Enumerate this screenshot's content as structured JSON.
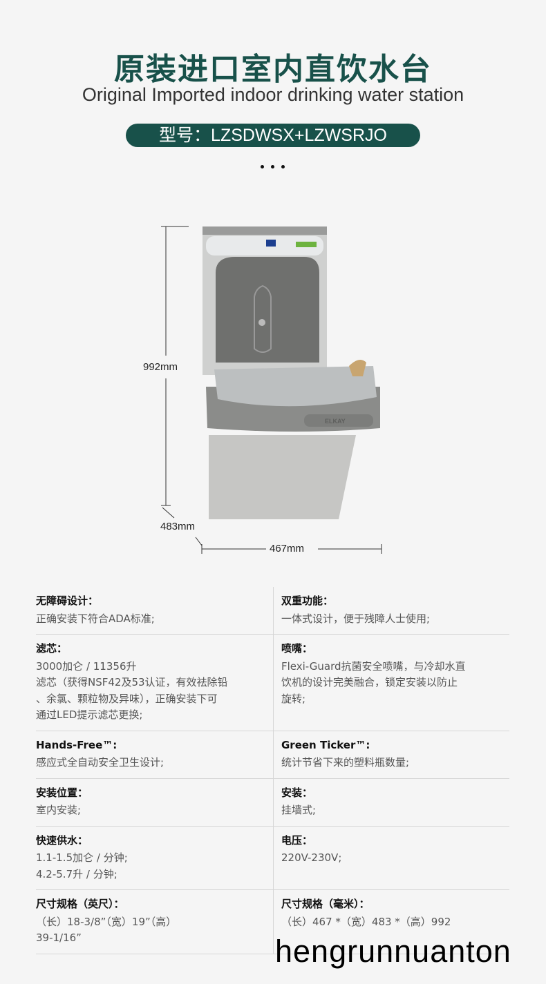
{
  "header": {
    "title": "原装进口室内直饮水台",
    "subtitle": "Original Imported indoor drinking water station",
    "model": "型号：LZSDWSX+LZWSRJO"
  },
  "dimensions": {
    "height": "992mm",
    "depth": "483mm",
    "width": "467mm"
  },
  "product": {
    "brand": "ELKAY"
  },
  "specs": [
    [
      {
        "label": "无障碍设计：",
        "value": "正确安装下符合ADA标准;"
      },
      {
        "label": "双重功能：",
        "value": "一体式设计，便于残障人士使用;"
      }
    ],
    [
      {
        "label": "滤芯：",
        "value": "3000加仑 / 11356升\n滤芯（获得NSF42及53认证，有效祛除铅\n、余氯、颗粒物及异味），正确安装下可\n通过LED提示滤芯更换;"
      },
      {
        "label": "喷嘴：",
        "value": "Flexi-Guard抗菌安全喷嘴，与冷却水直\n饮机的设计完美融合，锁定安装以防止\n旋转;"
      }
    ],
    [
      {
        "label": "Hands-Free™:",
        "value": "感应式全自动安全卫生设计;"
      },
      {
        "label": "Green Ticker™:",
        "value": "统计节省下来的塑料瓶数量;"
      }
    ],
    [
      {
        "label": "安装位置：",
        "value": "室内安装;"
      },
      {
        "label": "安装：",
        "value": "挂墙式;"
      }
    ],
    [
      {
        "label": "快速供水：",
        "value": "1.1-1.5加仑 / 分钟;\n4.2-5.7升 / 分钟;"
      },
      {
        "label": "电压：",
        "value": "220V-230V;"
      }
    ],
    [
      {
        "label": "尺寸规格（英尺）：",
        "value": "（长）18-3/8”（宽）19”（高）\n39-1/16”"
      },
      {
        "label": "尺寸规格（毫米）：",
        "value": "（长）467 *（宽）483 *（高）992"
      }
    ]
  ],
  "watermark": "hengrunnuanton",
  "colors": {
    "accent": "#18514a"
  }
}
